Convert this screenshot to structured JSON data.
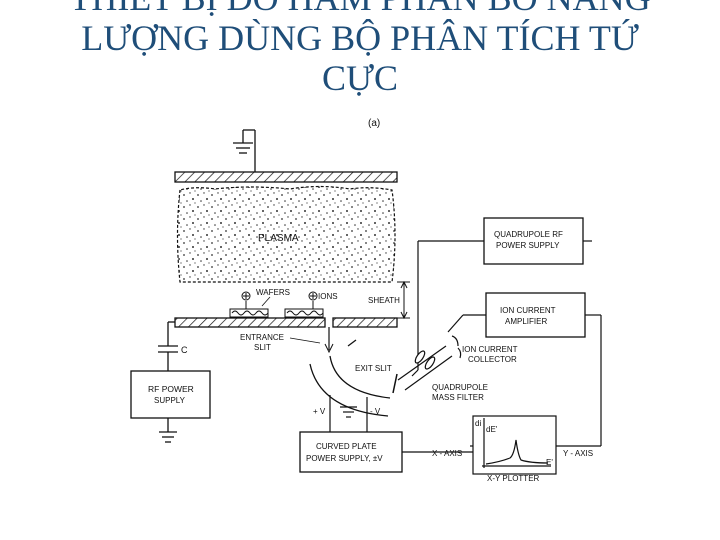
{
  "title": {
    "line1": "THIẾT BỊ ĐO HÀM PHÂN BỐ NĂNG",
    "line2": "LƯỢNG DÙNG BỘ PHÂN TÍCH TỨ",
    "line3": "CỰC"
  },
  "diagram": {
    "panel_label": "(a)",
    "plasma": "PLASMA",
    "wafers": "WAFERS",
    "ions": "IONS",
    "sheath": "SHEATH",
    "entrance_slit_1": "ENTRANCE",
    "entrance_slit_2": "SLIT",
    "capacitor": "C",
    "rf_power_1": "RF POWER",
    "rf_power_2": "SUPPLY",
    "quad_rf_1": "QUADRUPOLE RF",
    "quad_rf_2": "POWER SUPPLY",
    "ion_amp_1": "ION CURRENT",
    "ion_amp_2": "AMPLIFIER",
    "collector_1": "ION CURRENT",
    "collector_2": "COLLECTOR",
    "exit_slit": "EXIT SLIT",
    "mass_filter_1": "QUADRUPOLE",
    "mass_filter_2": "MASS FILTER",
    "plus_v": "+ V",
    "minus_v": "- V",
    "curved_plate_1": "CURVED PLATE",
    "curved_plate_2": "POWER SUPPLY, ±V",
    "x_axis": "X - AXIS",
    "y_axis": "Y - AXIS",
    "plotter": "X-Y PLOTTER",
    "di": "di",
    "de": "dE'",
    "e_prime": "E'"
  }
}
